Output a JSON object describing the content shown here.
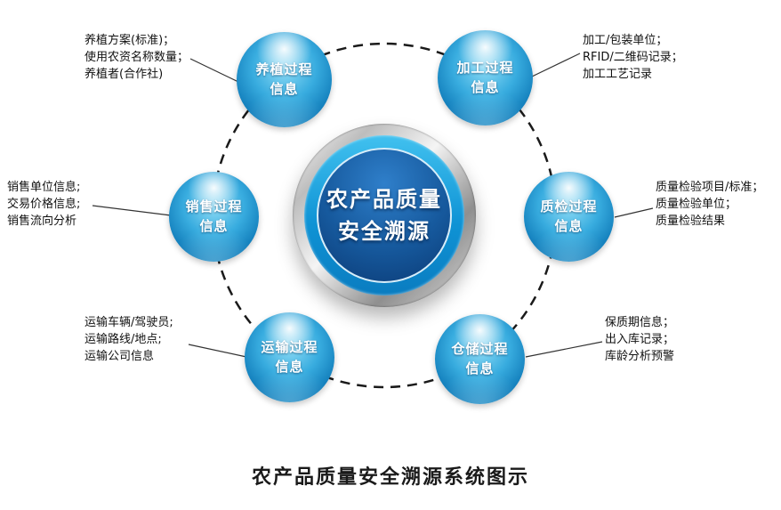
{
  "caption": "农产品质量安全溯源系统图示",
  "center": {
    "line1": "农产品质量",
    "line2": "安全溯源"
  },
  "nodes": [
    {
      "id": "planting",
      "line1": "养植过程",
      "line2": "信息",
      "notes": [
        "养植方案(标准)；",
        "使用农资名称数量；",
        "养植者(合作社)"
      ]
    },
    {
      "id": "processing",
      "line1": "加工过程",
      "line2": "信息",
      "notes": [
        "加工/包装单位；",
        "RFID/二维码记录；",
        "加工工艺记录"
      ]
    },
    {
      "id": "inspection",
      "line1": "质检过程",
      "line2": "信息",
      "notes": [
        "质量检验项目/标准；",
        "质量检验单位；",
        "质量检验结果"
      ]
    },
    {
      "id": "warehousing",
      "line1": "仓储过程",
      "line2": "信息",
      "notes": [
        "保质期信息；",
        "出入库记录；",
        "库龄分析预警"
      ]
    },
    {
      "id": "transport",
      "line1": "运输过程",
      "line2": "信息",
      "notes": [
        "运输车辆/驾驶员;",
        "运输路线/地点;",
        "运输公司信息"
      ]
    },
    {
      "id": "sales",
      "line1": "销售过程",
      "line2": "信息",
      "notes": [
        "销售单位信息;",
        "交易价格信息;",
        "销售流向分析"
      ]
    }
  ],
  "colors": {
    "sphere_blue": "#1c93cc",
    "center_ring_blue": "#0f93d5",
    "center_disc_blue": "#0b3b76",
    "metal_ring_gray": "#bdbdbd",
    "line_black": "#1a1a1a"
  }
}
